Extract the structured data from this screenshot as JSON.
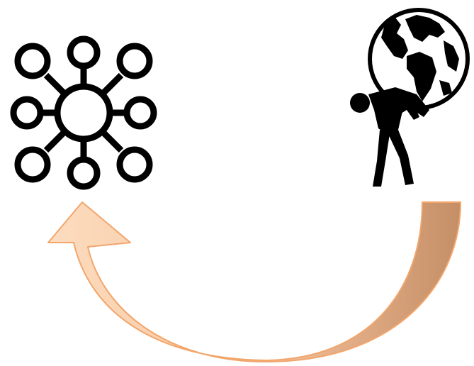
{
  "diagram": {
    "nodes": [
      {
        "id": "network",
        "icon": "network-hub-icon"
      },
      {
        "id": "atlas",
        "icon": "person-carrying-globe-icon"
      }
    ],
    "edges": [
      {
        "from": "atlas",
        "to": "network",
        "style": "curved-arrow"
      }
    ]
  },
  "colors": {
    "icon": "#000000",
    "arrow_fill_light": "#fde3cc",
    "arrow_fill_mid": "#f4b183",
    "arrow_fill_dark": "#c9926a",
    "arrow_stroke": "#f0a060",
    "background": "#ffffff"
  }
}
